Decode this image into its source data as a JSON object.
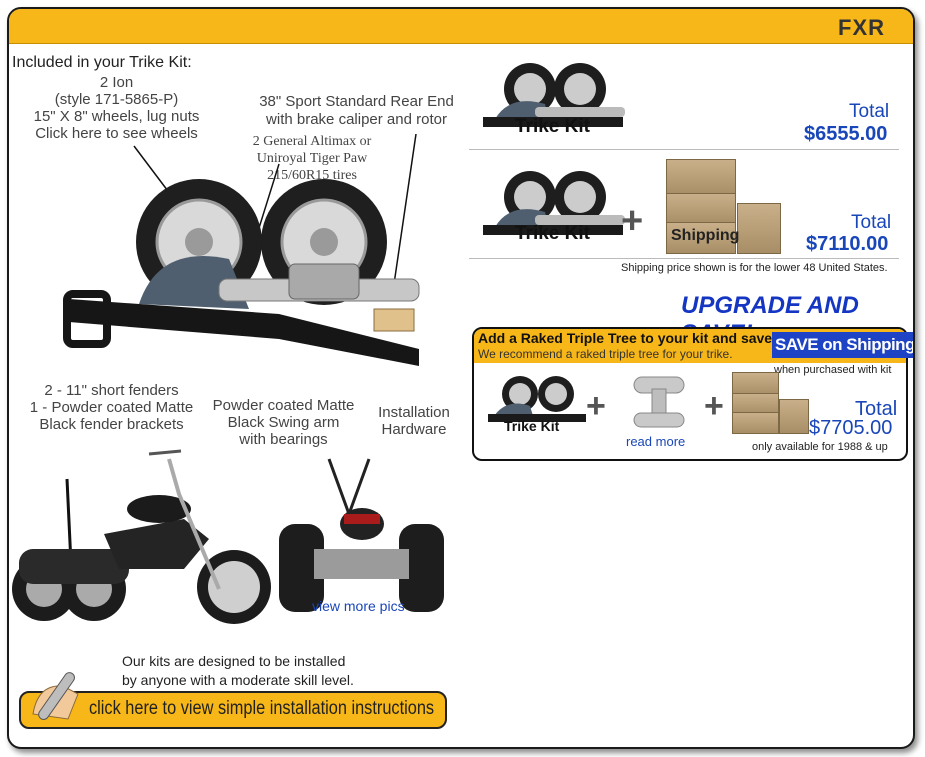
{
  "header": {
    "title": "FXR"
  },
  "kit": {
    "included_label": "Included in your Trike Kit:",
    "wheels_text": [
      "2 Ion",
      "(style 171-5865-P)",
      "15\" X 8\" wheels, lug nuts",
      "Click here to see wheels"
    ],
    "rear_end_text": [
      "38\" Sport Standard Rear End",
      "with brake caliper and rotor"
    ],
    "tires_text": [
      "2 General Altimax or",
      "Uniroyal Tiger Paw",
      "215/60R15 tires"
    ],
    "fenders_text": [
      "2 - 11\" short fenders",
      "1 - Powder coated Matte",
      "Black fender brackets"
    ],
    "swingarm_text": [
      "Powder coated Matte",
      "Black Swing arm",
      "with bearings"
    ],
    "hardware_text": [
      "Installation",
      "Hardware"
    ],
    "view_more": "view more pics"
  },
  "install": {
    "note": [
      "Our kits are designed to be installed",
      "by anyone with a moderate skill level."
    ],
    "button_label": "click here to view simple installation instructions"
  },
  "pricing": {
    "option1": {
      "badge": "Trike Kit",
      "total_label": "Total",
      "price": "$6555.00"
    },
    "option2": {
      "badge": "Trike Kit",
      "box_label": "Shipping",
      "total_label": "Total",
      "price": "$7110.00",
      "note": "Shipping price shown is for the lower 48 United States."
    },
    "upgrade_title": "UPGRADE AND SAVE!",
    "upgrade": {
      "headline": "Add a Raked Triple Tree to your kit and save!",
      "subline": "We recommend a raked triple tree for your trike.",
      "save_badge": "SAVE on Shipping",
      "save_sub": "when purchased with kit",
      "badge": "Trike Kit",
      "read_more": "read more",
      "total_label": "Total",
      "price": "$7705.00",
      "note": "only available for 1988 & up"
    }
  },
  "colors": {
    "header_bg": "#f7b718",
    "price_blue": "#1946b8",
    "border": "#1a1a1a"
  }
}
